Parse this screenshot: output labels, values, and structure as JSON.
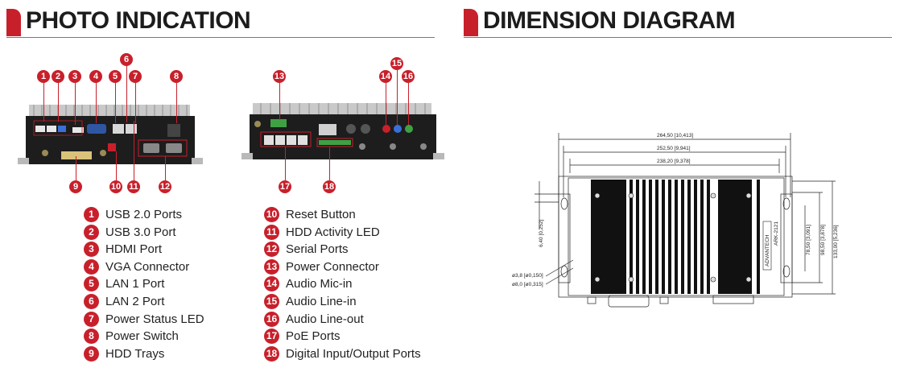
{
  "headers": {
    "left": "PHOTO INDICATION",
    "right": "DIMENSION DIAGRAM"
  },
  "legend_left": [
    {
      "num": "1",
      "label": "USB 2.0 Ports"
    },
    {
      "num": "2",
      "label": "USB 3.0 Port"
    },
    {
      "num": "3",
      "label": "HDMI Port"
    },
    {
      "num": "4",
      "label": "VGA Connector"
    },
    {
      "num": "5",
      "label": "LAN 1 Port"
    },
    {
      "num": "6",
      "label": "LAN 2 Port"
    },
    {
      "num": "7",
      "label": "Power Status LED"
    },
    {
      "num": "8",
      "label": "Power Switch"
    },
    {
      "num": "9",
      "label": "HDD Trays"
    }
  ],
  "legend_right": [
    {
      "num": "10",
      "label": "Reset Button"
    },
    {
      "num": "11",
      "label": "HDD Activity LED"
    },
    {
      "num": "12",
      "label": "Serial Ports"
    },
    {
      "num": "13",
      "label": "Power Connector"
    },
    {
      "num": "14",
      "label": "Audio Mic-in"
    },
    {
      "num": "15",
      "label": "Audio Line-in"
    },
    {
      "num": "16",
      "label": "Audio Line-out"
    },
    {
      "num": "17",
      "label": "PoE Ports"
    },
    {
      "num": "18",
      "label": "Digital Input/Output Ports"
    }
  ],
  "callouts_front": {
    "top": [
      "1",
      "2",
      "3",
      "4",
      "5",
      "6",
      "7",
      "8"
    ],
    "bottom": [
      "9",
      "10",
      "11",
      "12"
    ]
  },
  "callouts_rear": {
    "top": [
      "13",
      "14",
      "15",
      "16"
    ],
    "bottom": [
      "17",
      "18"
    ]
  },
  "dimensions": {
    "width_overall": "264,50 [10,413]",
    "width_mid": "252,50 [9,941]",
    "width_inner": "238,20 [9,378]",
    "height_small": "6,40 [0,252]",
    "height_a": "78,50 [3,091]",
    "height_b": "98,50 [3,878]",
    "height_total": "133,00 [5,236]",
    "hole_a": "ø3,8 [ø0,150]",
    "hole_b": "ø8,0 [ø0,315]",
    "brand_text": "ADVANTECH",
    "model_text": "ARK-2121"
  },
  "colors": {
    "accent": "#c8202b",
    "device_body": "#1d1d1d",
    "device_metal": "#b9b9b9"
  }
}
